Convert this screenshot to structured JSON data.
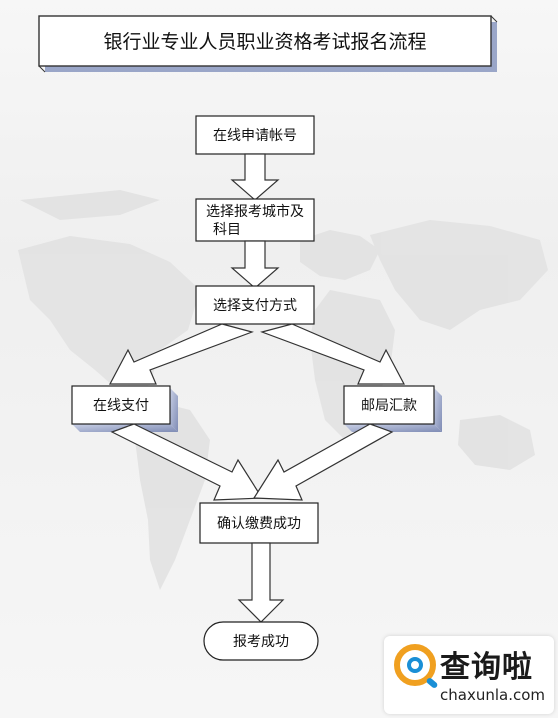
{
  "title": "银行业专业人员职业资格考试报名流程",
  "nodes": {
    "apply_account": "在线申请帐号",
    "select_city_line1": "选择报考城市及",
    "select_city_line2": "科目",
    "select_payment": "选择支付方式",
    "online_payment": "在线支付",
    "postal_remittance": "邮局汇款",
    "confirm_payment": "确认缴费成功",
    "registration_success": "报考成功"
  },
  "watermark": {
    "brand": "查询啦",
    "domain": "chaxunla.com"
  },
  "colors": {
    "background": "#f2f2f2",
    "box_fill": "#ffffff",
    "box_border": "#222222",
    "shadow": "#9aa6c8",
    "logo_orange": "#f0a020",
    "logo_blue": "#1a8fd6"
  }
}
